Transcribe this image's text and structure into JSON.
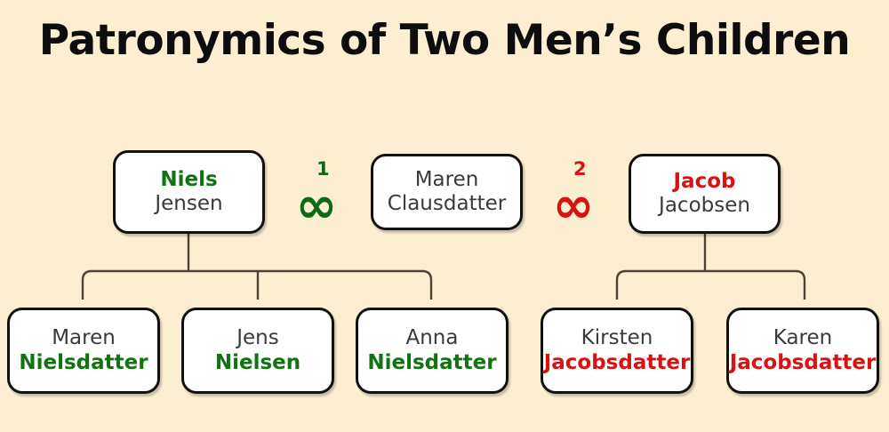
{
  "page": {
    "title": "Patronymics of Two Men’s Children",
    "background_color": "#fceed1",
    "green_color": "#127312",
    "red_color": "#d81111",
    "neutral_color": "#3a3a3a",
    "box_border_color": "#111111",
    "connector_color": "#4a4436"
  },
  "parents": [
    {
      "id": "niels",
      "given": "Niels",
      "surname": "Jensen",
      "given_style": "green-bold",
      "surname_style": "plain",
      "family": "green"
    },
    {
      "id": "maren-clausdatter",
      "given": "Maren",
      "surname": "Clausdatter",
      "given_style": "plain",
      "surname_style": "plain",
      "family": "shared"
    },
    {
      "id": "jacob",
      "given": "Jacob",
      "surname": "Jacobsen",
      "given_style": "red-bold",
      "surname_style": "plain",
      "family": "red"
    }
  ],
  "marriages": [
    {
      "id": "marriage-1",
      "number": "1",
      "symbol": "∞",
      "color": "#0e6b15"
    },
    {
      "id": "marriage-2",
      "number": "2",
      "symbol": "∞",
      "color": "#d81111"
    }
  ],
  "children": [
    {
      "id": "maren-nielsdatter",
      "given": "Maren",
      "surname": "Nielsdatter",
      "given_style": "plain",
      "surname_style": "green-bold",
      "family": "green"
    },
    {
      "id": "jens-nielsen",
      "given": "Jens",
      "surname": "Nielsen",
      "given_style": "plain",
      "surname_style": "green-bold",
      "family": "green"
    },
    {
      "id": "anna-nielsdatter",
      "given": "Anna",
      "surname": "Nielsdatter",
      "given_style": "plain",
      "surname_style": "green-bold",
      "family": "green"
    },
    {
      "id": "kirsten-jacobsdatter",
      "given": "Kirsten",
      "surname": "Jacobsdatter",
      "given_style": "plain",
      "surname_style": "red-bold",
      "family": "red"
    },
    {
      "id": "karen-jacobsdatter",
      "given": "Karen",
      "surname": "Jacobsdatter",
      "given_style": "plain",
      "surname_style": "red-bold",
      "family": "red"
    }
  ]
}
